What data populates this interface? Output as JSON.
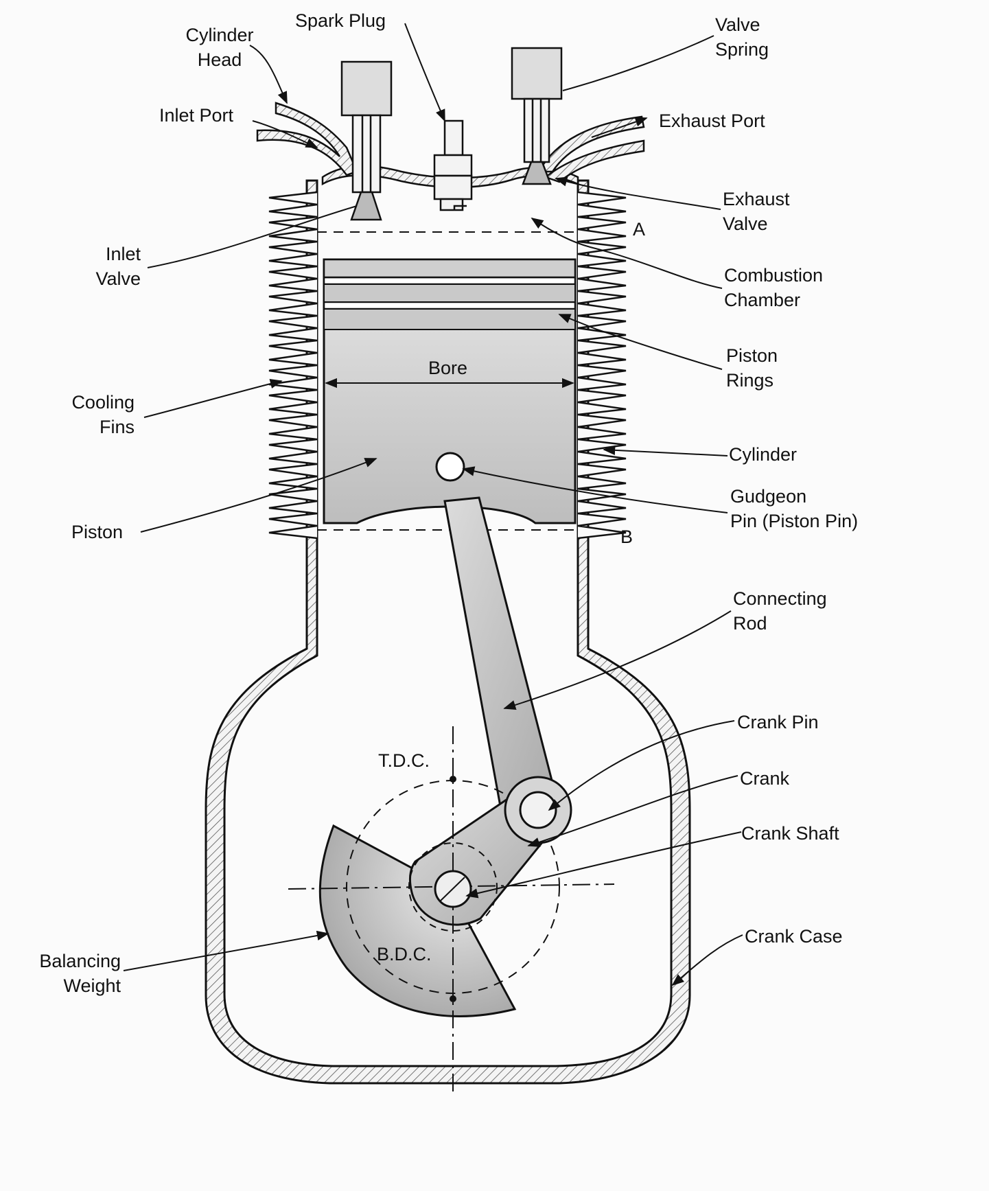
{
  "labels": {
    "cylinder_head": [
      "Cylinder",
      "Head"
    ],
    "spark_plug": "Spark Plug",
    "valve_spring": [
      "Valve",
      "Spring"
    ],
    "inlet_port": "Inlet Port",
    "exhaust_port": "Exhaust Port",
    "exhaust_valve": [
      "Exhaust",
      "Valve"
    ],
    "inlet_valve": [
      "Inlet",
      "Valve"
    ],
    "combustion_chamber": [
      "Combustion",
      "Chamber"
    ],
    "piston_rings": [
      "Piston",
      "Rings"
    ],
    "bore": "Bore",
    "cooling_fins": [
      "Cooling",
      "Fins"
    ],
    "cylinder": "Cylinder",
    "gudgeon_pin": [
      "Gudgeon",
      "Pin (Piston Pin)"
    ],
    "piston": "Piston",
    "marker_a": "A",
    "marker_b": "B",
    "connecting_rod": [
      "Connecting",
      "Rod"
    ],
    "crank_pin": "Crank Pin",
    "crank": "Crank",
    "crank_shaft": "Crank Shaft",
    "tdc": "T.D.C.",
    "bdc": "B.D.C.",
    "crank_case": "Crank Case",
    "balancing_weight": [
      "Balancing",
      "Weight"
    ]
  }
}
